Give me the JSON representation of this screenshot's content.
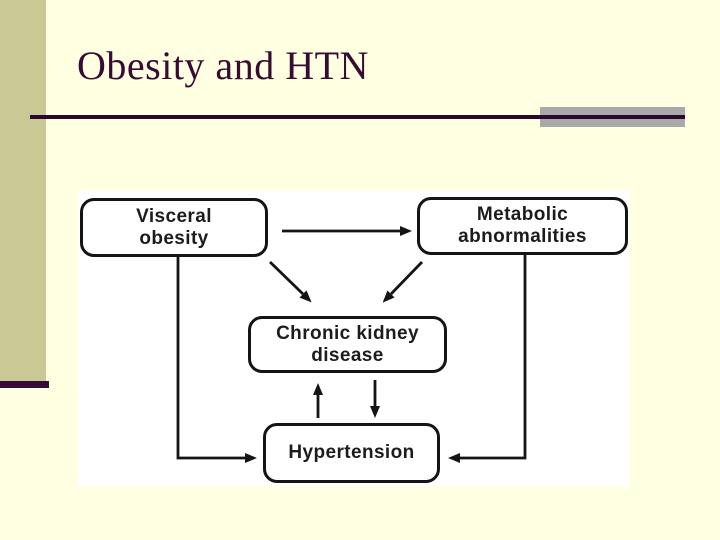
{
  "slide": {
    "title": "Obesity and HTN",
    "colors": {
      "background": "#FFFFE1",
      "sidebar_olive": "#CAC894",
      "accent_maroon": "#370B33",
      "rule_gray": "#A9A9A9",
      "panel_white": "#FFFFFF",
      "diagram_ink": "#141414"
    }
  },
  "diagram": {
    "nodes": [
      {
        "id": "visceral-obesity",
        "label": "Visceral\nobesity"
      },
      {
        "id": "metabolic-abnormalities",
        "label": "Metabolic\nabnormalities"
      },
      {
        "id": "chronic-kidney-disease",
        "label": "Chronic kidney\ndisease"
      },
      {
        "id": "hypertension",
        "label": "Hypertension"
      }
    ],
    "edges": [
      {
        "from": "visceral-obesity",
        "to": "metabolic-abnormalities",
        "style": "straight-right"
      },
      {
        "from": "visceral-obesity",
        "to": "chronic-kidney-disease",
        "style": "diagonal-down-right"
      },
      {
        "from": "metabolic-abnormalities",
        "to": "chronic-kidney-disease",
        "style": "diagonal-down-left"
      },
      {
        "from": "hypertension",
        "to": "chronic-kidney-disease",
        "style": "straight-up"
      },
      {
        "from": "chronic-kidney-disease",
        "to": "hypertension",
        "style": "straight-down"
      },
      {
        "from": "visceral-obesity",
        "to": "hypertension",
        "style": "elbow-left"
      },
      {
        "from": "metabolic-abnormalities",
        "to": "hypertension",
        "style": "elbow-right"
      }
    ]
  }
}
